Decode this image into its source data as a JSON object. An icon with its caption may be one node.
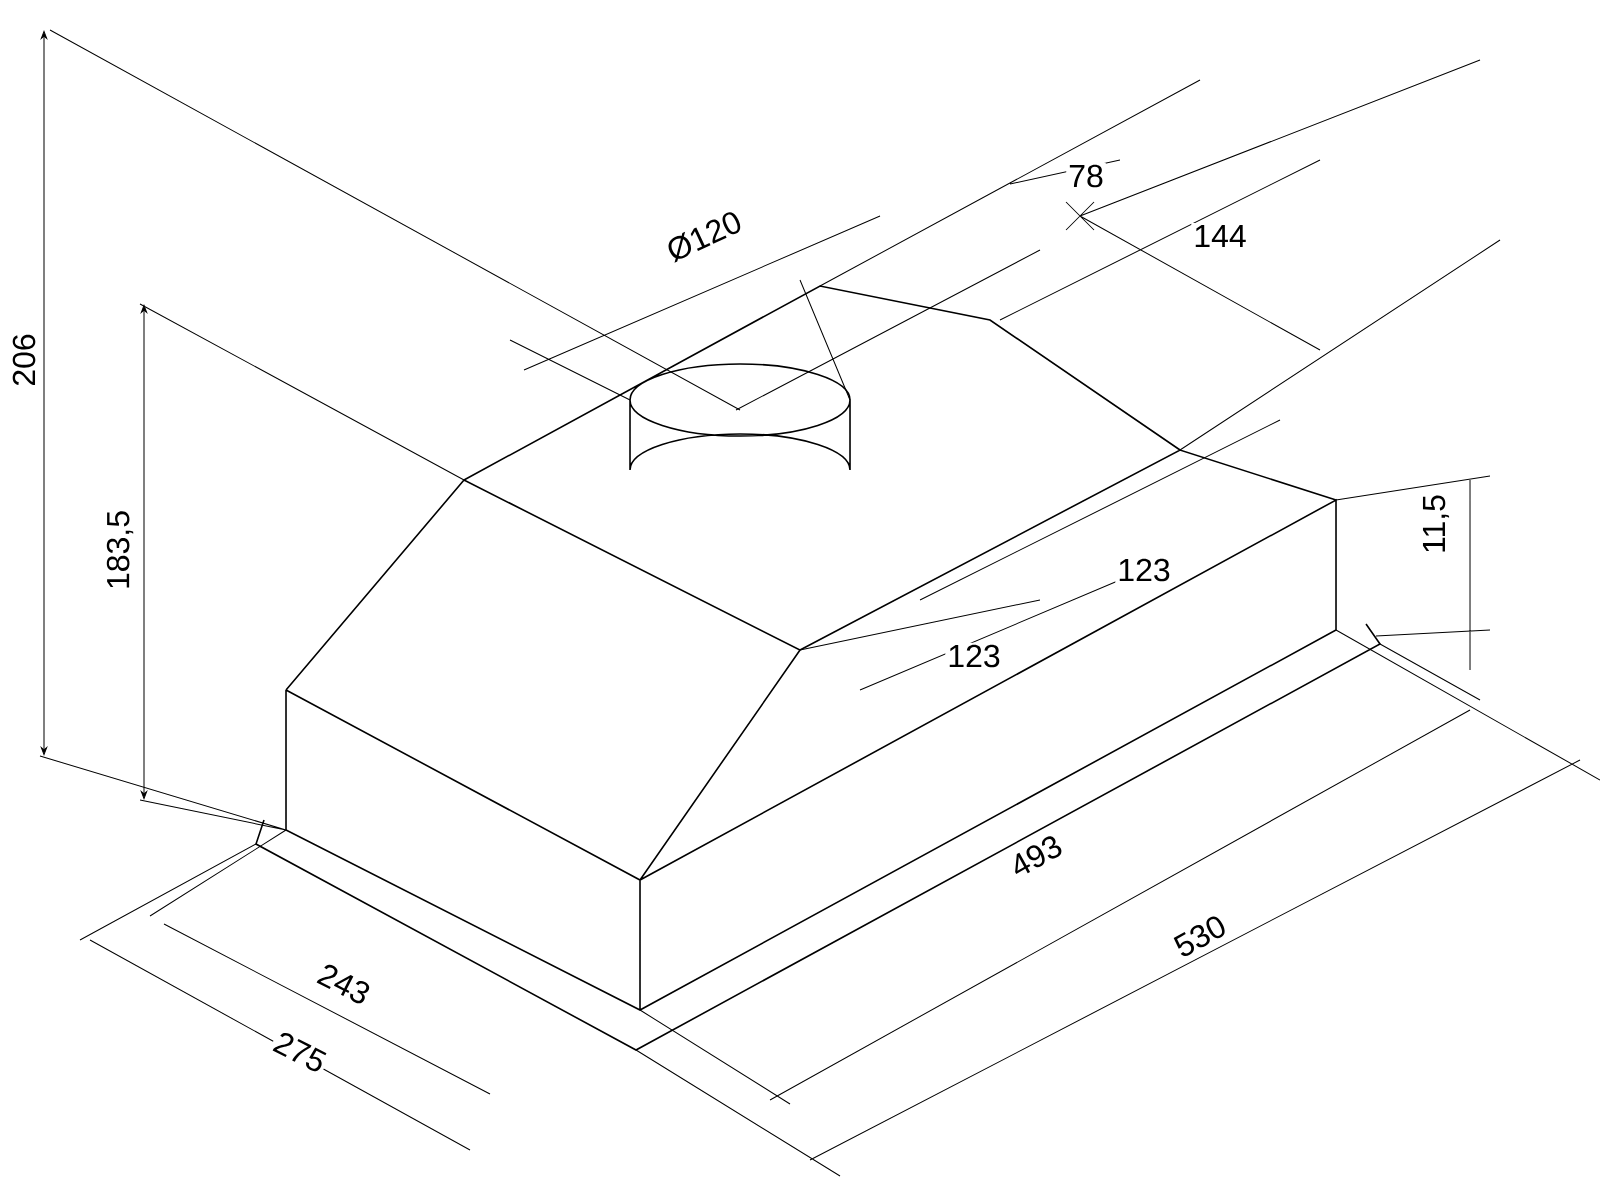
{
  "diagram": {
    "labels": [
      "206",
      "183,5",
      "Ø120",
      "78",
      "144",
      "11,5",
      "123",
      "123",
      "493",
      "530",
      "243",
      "275"
    ]
  }
}
